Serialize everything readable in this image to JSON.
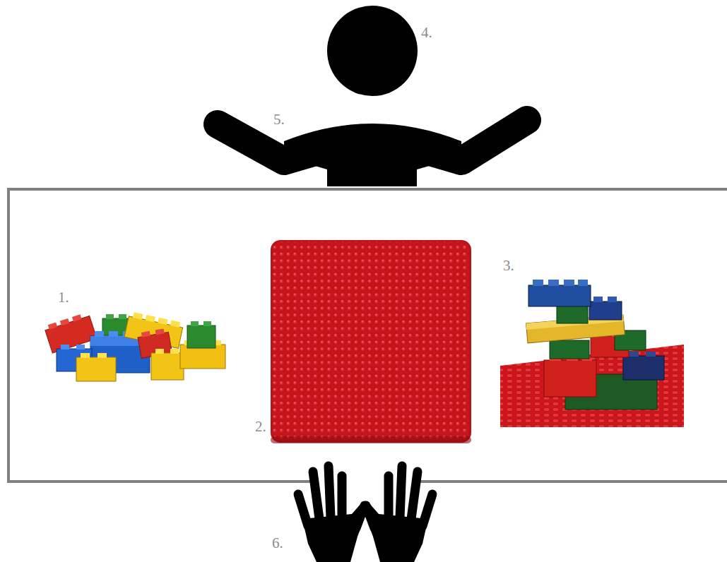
{
  "diagram": {
    "labels": [
      "4.",
      "5.",
      "3.",
      "1.",
      "2.",
      "6."
    ]
  }
}
